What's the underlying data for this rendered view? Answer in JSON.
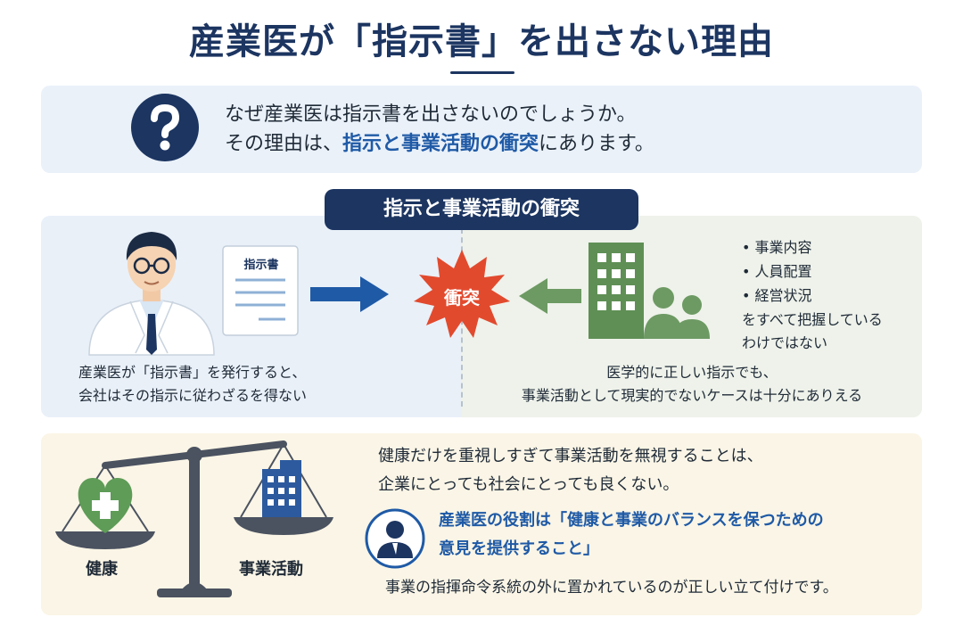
{
  "title": "産業医が「指示書」を出さない理由",
  "question": {
    "line1": "なぜ産業医は指示書を出さないのでしょうか。",
    "line2_before": "その理由は、",
    "line2_highlight": "指示と事業活動の衝突",
    "line2_after": "にあります。"
  },
  "conflict": {
    "heading": "指示と事業活動の衝突",
    "document_label": "指示書",
    "collision_label": "衝突",
    "left_caption": [
      "産業医が「指示書」を発行すると、",
      "会社はその指示に従わざるを得ない"
    ],
    "company_bullets": [
      "事業内容",
      "人員配置",
      "経営状況"
    ],
    "company_note": [
      "をすべて把握している",
      "わけではない"
    ],
    "right_caption": [
      "医学的に正しい指示でも、",
      "事業活動として現実的でないケースは十分にありえる"
    ]
  },
  "balance": {
    "health_label": "健康",
    "business_label": "事業活動",
    "statement": [
      "健康だけを重視しすぎて事業活動を無視することは、",
      "企業にとっても社会にとっても良くない。"
    ],
    "role": [
      "産業医の役割は「健康と事業のバランスを保つための",
      "意見を提供すること」"
    ],
    "conclusion": "事業の指揮命令系統の外に置かれているのが正しい立て付けです。"
  },
  "colors": {
    "navy": "#1c3561",
    "accent_blue": "#1f5aa6",
    "collision_red": "#e24a2e",
    "building_green": "#5f8f55",
    "heart_green": "#5e9c57"
  },
  "icons": [
    "question-icon",
    "doctor-icon",
    "document-icon",
    "arrow-right-icon",
    "collision-burst-icon",
    "arrow-left-icon",
    "building-icon",
    "people-icon",
    "balance-scale-icon",
    "heart-cross-icon",
    "office-building-icon",
    "person-icon"
  ]
}
